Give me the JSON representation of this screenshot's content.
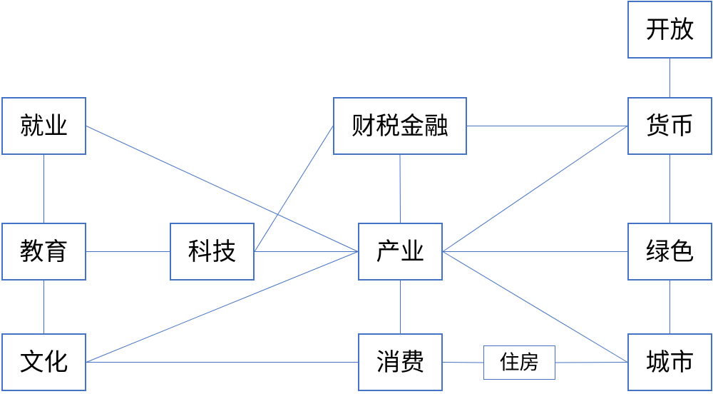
{
  "diagram": {
    "line_color": "#4472c4",
    "box_border_color": "#4472c4",
    "text_color": "#000000",
    "nodes": {
      "kaifang": "开放",
      "jiuye": "就业",
      "caishui": "财税金融",
      "huobi": "货币",
      "jiaoyu": "教育",
      "keji": "科技",
      "chanye": "产业",
      "lvse": "绿色",
      "wenhua": "文化",
      "xiaofei": "消费",
      "zhufang": "住房",
      "chengshi": "城市"
    },
    "edges": [
      [
        "kaifang",
        "huobi"
      ],
      [
        "caishui",
        "huobi"
      ],
      [
        "jiuye",
        "jiaoyu"
      ],
      [
        "jiuye",
        "chanye"
      ],
      [
        "caishui",
        "keji"
      ],
      [
        "caishui",
        "chanye"
      ],
      [
        "huobi",
        "chanye"
      ],
      [
        "huobi",
        "lvse"
      ],
      [
        "jiaoyu",
        "keji"
      ],
      [
        "keji",
        "chanye"
      ],
      [
        "chanye",
        "lvse"
      ],
      [
        "jiaoyu",
        "wenhua"
      ],
      [
        "wenhua",
        "chanye"
      ],
      [
        "chanye",
        "xiaofei"
      ],
      [
        "chanye",
        "chengshi"
      ],
      [
        "lvse",
        "chengshi"
      ],
      [
        "wenhua",
        "xiaofei"
      ],
      [
        "xiaofei",
        "zhufang"
      ],
      [
        "zhufang",
        "chengshi"
      ]
    ]
  }
}
